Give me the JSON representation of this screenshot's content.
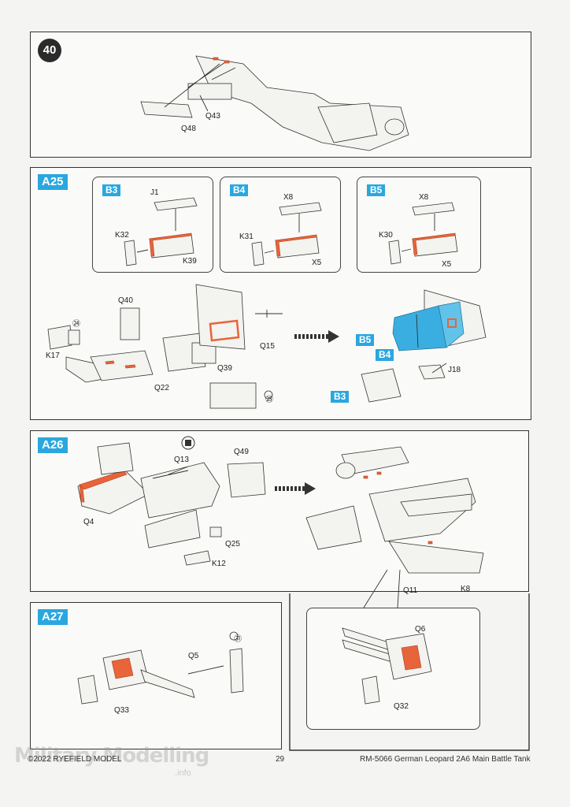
{
  "step40": {
    "number": "40",
    "labels": {
      "q43": "Q43",
      "q48": "Q48"
    }
  },
  "a25": {
    "badge": "A25",
    "b3": {
      "badge": "B3",
      "top": "J1",
      "left": "K32",
      "bottom": "K39"
    },
    "b4": {
      "badge": "B4",
      "top": "X8",
      "left": "K31",
      "bottom": "X5"
    },
    "b5": {
      "badge": "B5",
      "top": "X8",
      "left": "K30",
      "bottom": "X5"
    },
    "labels": {
      "q40": "Q40",
      "ref24": "㉔",
      "k17": "K17",
      "q22": "Q22",
      "q15": "Q15",
      "q39": "Q39",
      "ref25": "㉕",
      "b5": "B5",
      "b4": "B4",
      "b3": "B3",
      "j18": "J18"
    }
  },
  "a26": {
    "badge": "A26",
    "labels": {
      "q13": "Q13",
      "q49": "Q49",
      "q4": "Q4",
      "q25": "Q25",
      "k12": "K12",
      "q11": "Q11",
      "k8": "K8"
    }
  },
  "a27": {
    "badge": "A27",
    "labels": {
      "ref51": "㉛",
      "q5": "Q5",
      "q33": "Q33"
    }
  },
  "detail": {
    "labels": {
      "q6": "Q6",
      "q32": "Q32"
    }
  },
  "footer": {
    "copyright": "©2022 RYEFIELD MODEL",
    "page": "29",
    "product": "RM-5066 German Leopard 2A6 Main Battle Tank"
  },
  "watermark": {
    "main": "Military Modelling",
    "suffix": ".info"
  },
  "colors": {
    "accent_blue": "#2aa7df",
    "highlight_orange": "#e8643a",
    "outline": "#333333"
  }
}
